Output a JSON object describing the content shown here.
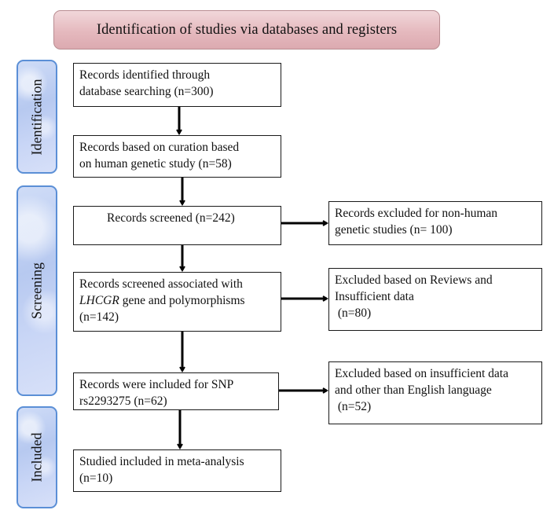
{
  "header": {
    "title": "Identification of studies via databases and registers"
  },
  "stages": {
    "identification": "Identification",
    "screening": "Screening",
    "included": "Included"
  },
  "boxes": {
    "identified": {
      "line1": "Records identified through",
      "line2": "database searching  (n=300)"
    },
    "curation": {
      "line1": "Records based on curation based",
      "line2": "on human genetic study (n=58)"
    },
    "screened": {
      "line1": "Records screened (n=242)"
    },
    "excluded_nonhuman": {
      "line1": "Records excluded for non-human",
      "line2": "genetic studies (n= 100)"
    },
    "screened_lhcgr": {
      "line1": "Records screened associated with",
      "gene": "LHCGR",
      "line2_rest": " gene and polymorphisms",
      "line3": "(n=142)"
    },
    "excluded_reviews": {
      "line1": "Excluded based on Reviews and",
      "line2": "Insufficient data",
      "line3": " (n=80)"
    },
    "included_snp": {
      "line1": "Records were included for SNP",
      "line2": "rs2293275  (n=62)"
    },
    "excluded_language": {
      "line1": "Excluded based on insufficient data",
      "line2": "and other than English language",
      "line3": " (n=52)"
    },
    "meta": {
      "line1": "Studied included in meta-analysis",
      "line2": "(n=10)"
    }
  },
  "colors": {
    "header_fill": "#e5b9be",
    "stage_fill": "#b7c9f0",
    "stage_border": "#5b8fd6",
    "arrow": "#000000"
  }
}
